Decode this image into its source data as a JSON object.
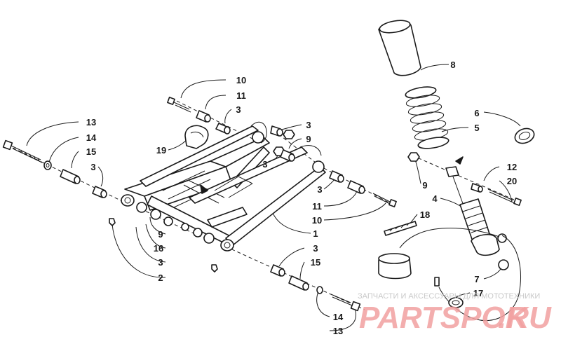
{
  "callouts": [
    {
      "id": "c10a",
      "text": "10"
    },
    {
      "id": "c11a",
      "text": "11"
    },
    {
      "id": "c3a",
      "text": "3"
    },
    {
      "id": "c13a",
      "text": "13"
    },
    {
      "id": "c14a",
      "text": "14"
    },
    {
      "id": "c15a",
      "text": "15"
    },
    {
      "id": "c3b",
      "text": "3"
    },
    {
      "id": "c19",
      "text": "19"
    },
    {
      "id": "c3c",
      "text": "3"
    },
    {
      "id": "c9a",
      "text": "9"
    },
    {
      "id": "c3d",
      "text": "3"
    },
    {
      "id": "c3e",
      "text": "3"
    },
    {
      "id": "c11b",
      "text": "11"
    },
    {
      "id": "c10b",
      "text": "10"
    },
    {
      "id": "c1",
      "text": "1"
    },
    {
      "id": "c9b",
      "text": "9"
    },
    {
      "id": "c16",
      "text": "16"
    },
    {
      "id": "c3f",
      "text": "3"
    },
    {
      "id": "c2",
      "text": "2"
    },
    {
      "id": "c3g",
      "text": "3"
    },
    {
      "id": "c15b",
      "text": "15"
    },
    {
      "id": "c14b",
      "text": "14"
    },
    {
      "id": "c13b",
      "text": "13"
    },
    {
      "id": "c8",
      "text": "8"
    },
    {
      "id": "c6",
      "text": "6"
    },
    {
      "id": "c5",
      "text": "5"
    },
    {
      "id": "c12",
      "text": "12"
    },
    {
      "id": "c20",
      "text": "20"
    },
    {
      "id": "c9c",
      "text": "9"
    },
    {
      "id": "c4",
      "text": "4"
    },
    {
      "id": "c18",
      "text": "18"
    },
    {
      "id": "c7",
      "text": "7"
    },
    {
      "id": "c17",
      "text": "17"
    }
  ],
  "watermark": {
    "tagline": "ЗАПЧАСТИ И АКСЕССУАРЫ ДЛЯ МОТОТЕХНИКИ",
    "brand": "PARTSPOK",
    "domain": ".RU"
  }
}
